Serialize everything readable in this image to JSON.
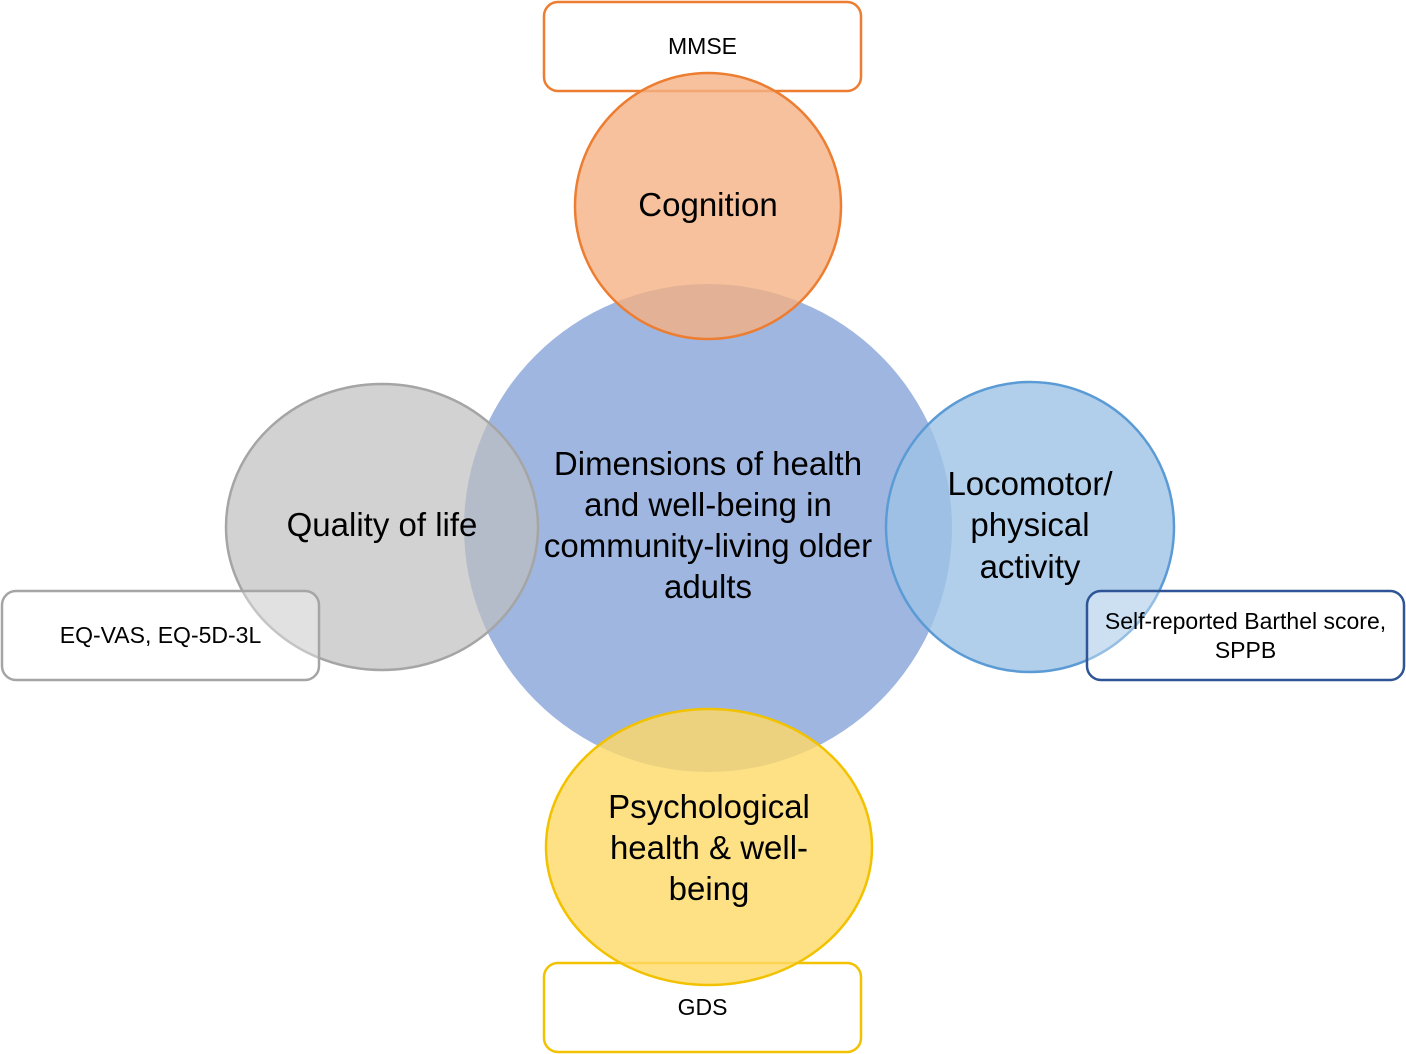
{
  "center": {
    "title": "Dimensions of health and well-being in community-living older adults",
    "color": "#8EA9DB"
  },
  "dimensions": {
    "cognition": {
      "label": "Cognition",
      "measure": "MMSE",
      "fill": "#F4B183",
      "stroke": "#ED7D31"
    },
    "quality_of_life": {
      "label": "Quality of life",
      "measure": "EQ-VAS, EQ-5D-3L",
      "fill": "#D0D0D0",
      "stroke": "#A5A5A5"
    },
    "locomotor": {
      "label": "Locomotor/ physical activity",
      "measure": "Self-reported Barthel score, SPPB",
      "fill": "#9DC3E6",
      "stroke": "#5B9BD5",
      "box_stroke": "#2F5597"
    },
    "psychological": {
      "label": "Psychological health & well-being",
      "measure": "GDS",
      "fill": "#FFD966",
      "stroke": "#F2C200"
    }
  }
}
